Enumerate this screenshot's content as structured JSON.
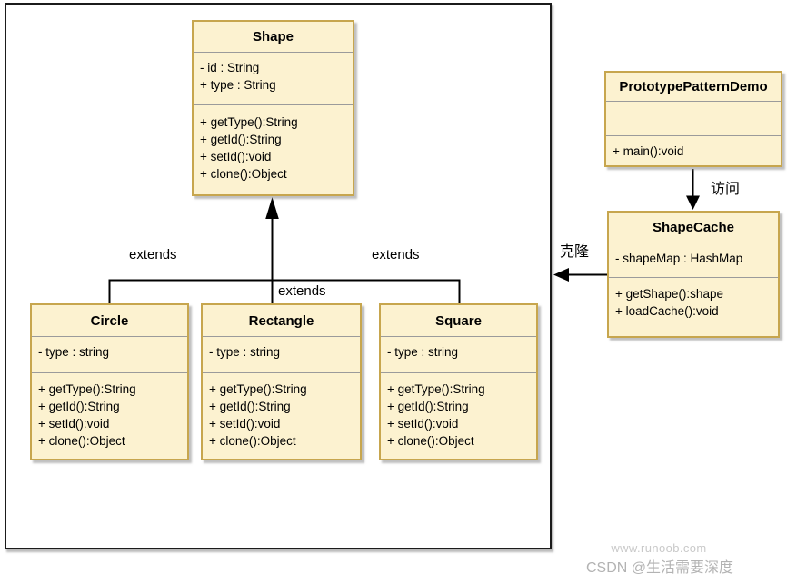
{
  "classes": [
    {
      "name": "Shape",
      "attributes": [
        "- id : String",
        "+ type : String"
      ],
      "methods": [
        "+ getType():String",
        "+ getId():String",
        "+ setId():void",
        "+ clone():Object"
      ]
    },
    {
      "name": "Circle",
      "attributes": [
        "- type : string"
      ],
      "methods": [
        "+ getType():String",
        "+ getId():String",
        "+ setId():void",
        "+ clone():Object"
      ]
    },
    {
      "name": "Rectangle",
      "attributes": [
        "- type : string"
      ],
      "methods": [
        "+ getType():String",
        "+ getId():String",
        "+ setId():void",
        "+ clone():Object"
      ]
    },
    {
      "name": "Square",
      "attributes": [
        "- type : string"
      ],
      "methods": [
        "+ getType():String",
        "+ getId():String",
        "+ setId():void",
        "+ clone():Object"
      ]
    },
    {
      "name": "PrototypePatternDemo",
      "attributes": [],
      "methods": [
        "+ main():void"
      ]
    },
    {
      "name": "ShapeCache",
      "attributes": [
        "- shapeMap : HashMap"
      ],
      "methods": [
        "+ getShape():shape",
        "+ loadCache():void"
      ]
    }
  ],
  "relationships": {
    "extends_left": "extends",
    "extends_center": "extends",
    "extends_right": "extends",
    "access_label": "访问",
    "clone_label": "克隆"
  },
  "watermarks": {
    "source_site": "www.runoob.com",
    "csdn_credit": "CSDN @生活需要深度"
  },
  "colors": {
    "class_fill": "#fcf2d0",
    "class_border": "#c7a64e",
    "line": "#000000",
    "boundary_border": "#1b1b1b",
    "watermark_site": "#c9c9c9",
    "watermark_csdn": "#b3b3b3"
  }
}
